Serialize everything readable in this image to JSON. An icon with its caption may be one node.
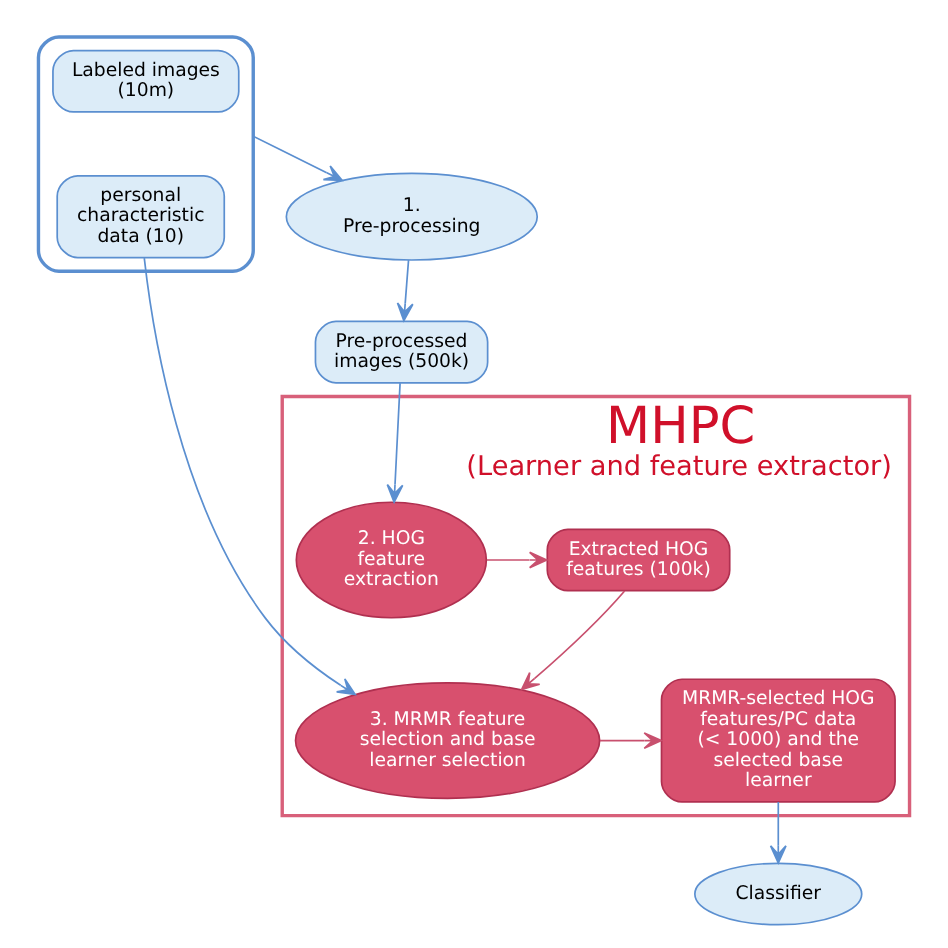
{
  "diagram": {
    "nodes": [
      {
        "text": [],
        "shape": "box"
      },
      {
        "text": [
          "Labeled images (10m)"
        ],
        "in": 0
      },
      {
        "text": [
          "personal characteristic data (10)"
        ],
        "in": 0
      },
      {
        "text": [
          "1. Pre-processing"
        ]
      },
      {
        "text": [
          "Pre-processed images (500k)"
        ]
      },
      {
        "text": [
          "MHPC",
          "(Learner and feature extractor)"
        ]
      },
      {
        "text": [
          "Extracted HOG features (100k)"
        ],
        "in": 5
      },
      {
        "text": [
          "2. HOG feature extraction"
        ],
        "in": 5
      },
      {
        "text": [
          "3. MRMR feature selection and base learner selection"
        ],
        "in": 5
      },
      {
        "text": [
          "MRMR-selected HOG features/PC data (< 1000) and the selected base learner"
        ],
        "in": 5
      },
      {
        "text": [
          "Classifier"
        ]
      }
    ],
    "edges": [
      {
        "from": 0,
        "to": 3,
        "arrow": "to"
      },
      {
        "from": 3,
        "to": 4,
        "arrow": "to"
      },
      {
        "from": 4,
        "to": 7,
        "arrow": "to"
      },
      {
        "from": 7,
        "to": 6,
        "arrow": "to",
        "color": "#c8506e"
      },
      {
        "from": 6,
        "to": 8,
        "arrow": "to",
        "color": "#c8506e"
      },
      {
        "from": 2,
        "to": 8,
        "arrow": "to"
      },
      {
        "from": 8,
        "to": 9,
        "arrow": "to",
        "color": "#c8506e"
      },
      {
        "from": 9,
        "to": 10,
        "arrow": "to"
      }
    ]
  }
}
